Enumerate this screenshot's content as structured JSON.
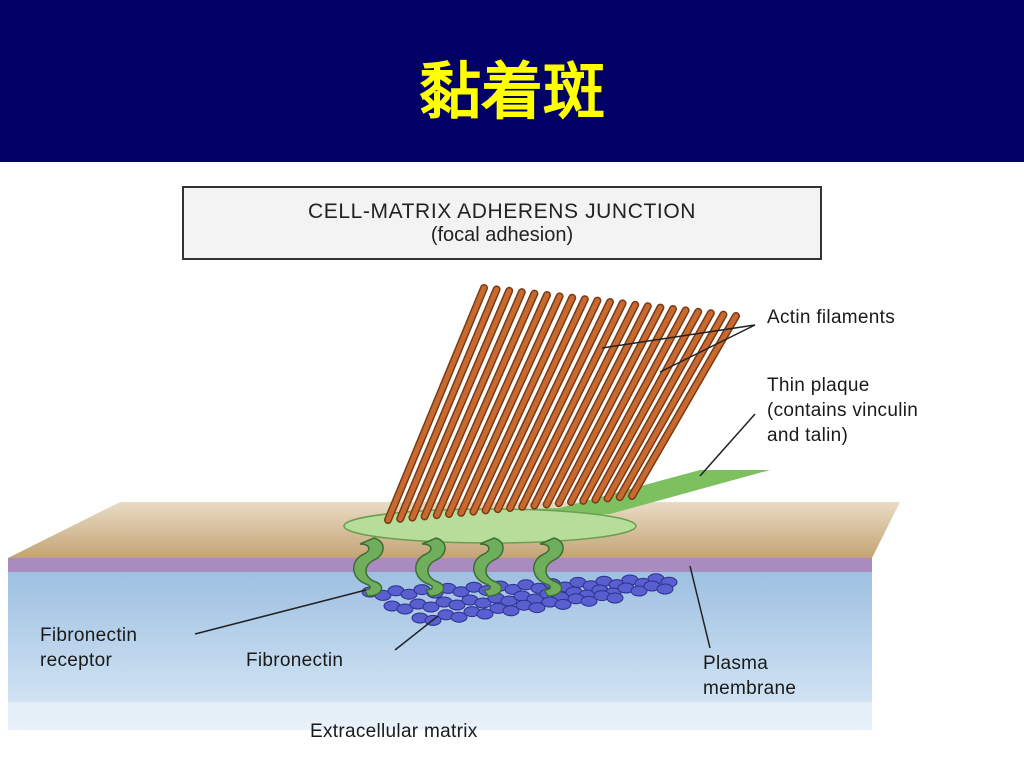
{
  "slide": {
    "title": "黏着斑"
  },
  "figure": {
    "caption": {
      "main": "CELL-MATRIX  ADHERENS JUNCTION",
      "sub": "(focal adhesion)"
    },
    "labels": {
      "actin": "Actin filaments",
      "plaque_1": "Thin plaque",
      "plaque_2": "(contains vinculin",
      "plaque_3": "and talin)",
      "receptor_1": "Fibronectin",
      "receptor_2": "receptor",
      "fibronectin": "Fibronectin",
      "membrane_1": "Plasma",
      "membrane_2": "membrane",
      "ecm": "Extracellular matrix"
    },
    "colors": {
      "header_bg": "#000066",
      "title": "#ffff00",
      "actin": "#c86a30",
      "plaque": "#9ed178",
      "receptor": "#6fae5c",
      "fibronectin": "#5a5fd0",
      "cytoplasm": "#c8a878",
      "membrane": "#a98bbf",
      "matrix": "#aac8e6"
    }
  }
}
